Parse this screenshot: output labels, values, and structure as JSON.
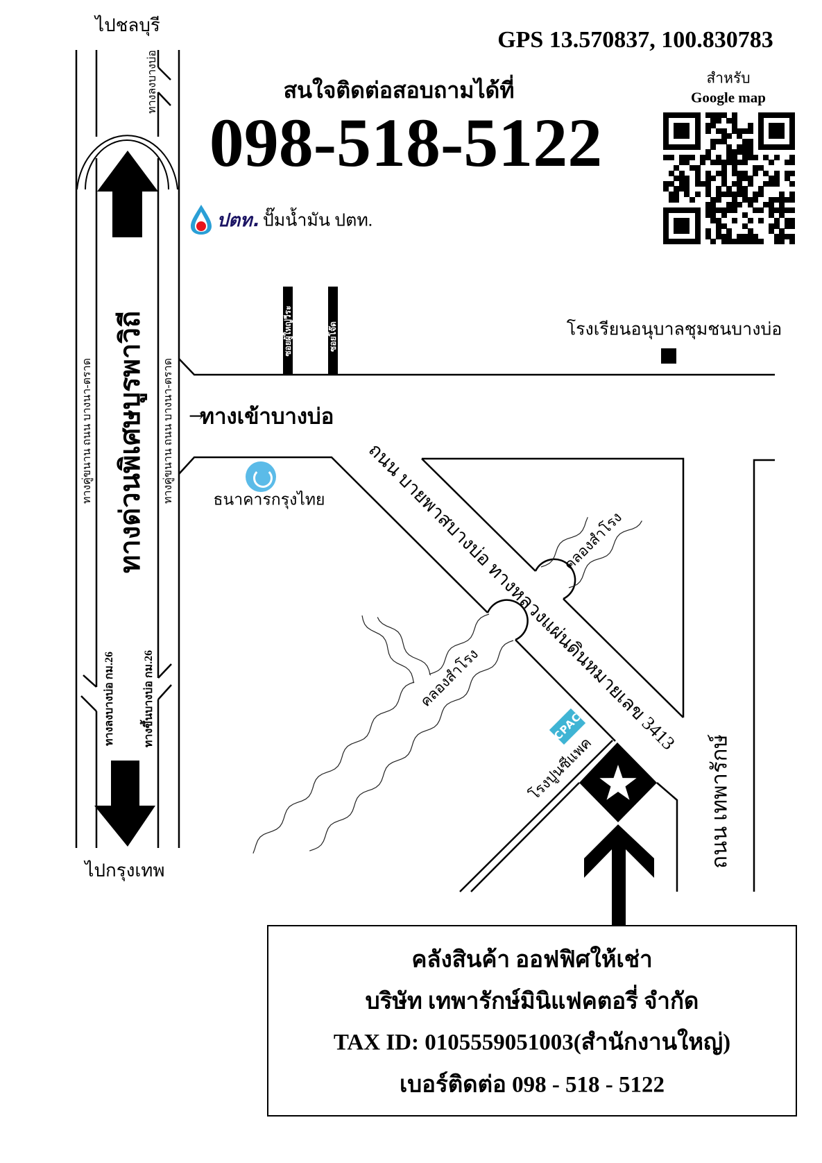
{
  "header": {
    "gps": "GPS 13.570837, 100.830783",
    "inquiry_label": "สนใจติดต่อสอบถามได้ที่",
    "phone": "098-518-5122",
    "qr_caption_line1": "สำหรับ",
    "qr_caption_line2": "Google map",
    "qr_icon": "qr-code-icon"
  },
  "highway": {
    "name": "ทางด่วนพิเศษบูรพาวิถี",
    "to_north": "ไปชลบุรี",
    "to_south": "ไปกรุงเทพ",
    "parallel_road_left": "ทางคู่ขนาน ถนน บางนา-ตราด",
    "parallel_road_right": "ทางคู่ขนาน ถนน บางนา-ตราด",
    "top_exit": "ทางลงบางบ่อ",
    "exit_km26": "ทางลงบางบ่อ กม.26",
    "entrance_km26": "ทางขึ้นบางบ่อ กม.26",
    "north_arrow_icon": "arrow-up-icon",
    "south_arrow_icon": "arrow-down-icon"
  },
  "landmarks": {
    "ptt_logo_text": "ปตท.",
    "ptt_label": "ปั๊มน้ำมัน ปตท.",
    "soi_1": "ซอยผู้ใหญ่วีระ",
    "soi_2": "ซอยโจ๊ด",
    "school": "โรงเรียนอนุบาลชุมชนบางบ่อ",
    "entrance_arrow": "→",
    "entrance": "ทางเข้าบางบ่อ",
    "bank": "ธนาคารกรุงไทย",
    "bypass_road": "ถนน บายพาสบางบ่อ ทางหลวงแผ่นดินหมายเลข 3413",
    "canal_upper": "คลองสำโรง",
    "canal_lower": "คลองสำโรง",
    "cpac_logo_text": "CPAC",
    "cpac_label": "โรงปูนซีแพค",
    "thepharak_road": "ถนน เทพารักษ์",
    "destination_icon": "star-icon"
  },
  "info": {
    "line1": "คลังสินค้า ออฟฟิศให้เช่า",
    "line2": "บริษัท เทพารักษ์มินิแฟคตอรี่ จำกัด",
    "line3": "TAX ID: 0105559051003(สำนักงานใหญ่)",
    "line4": "เบอร์ติดต่อ 098 - 518 - 5122"
  },
  "colors": {
    "ptt_blue": "#2a9fd6",
    "ptt_red": "#e8141c",
    "ptt_navy": "#1b1464",
    "krungthai_blue": "#5bbbe8",
    "cpac_blue": "#3fb4d4"
  }
}
